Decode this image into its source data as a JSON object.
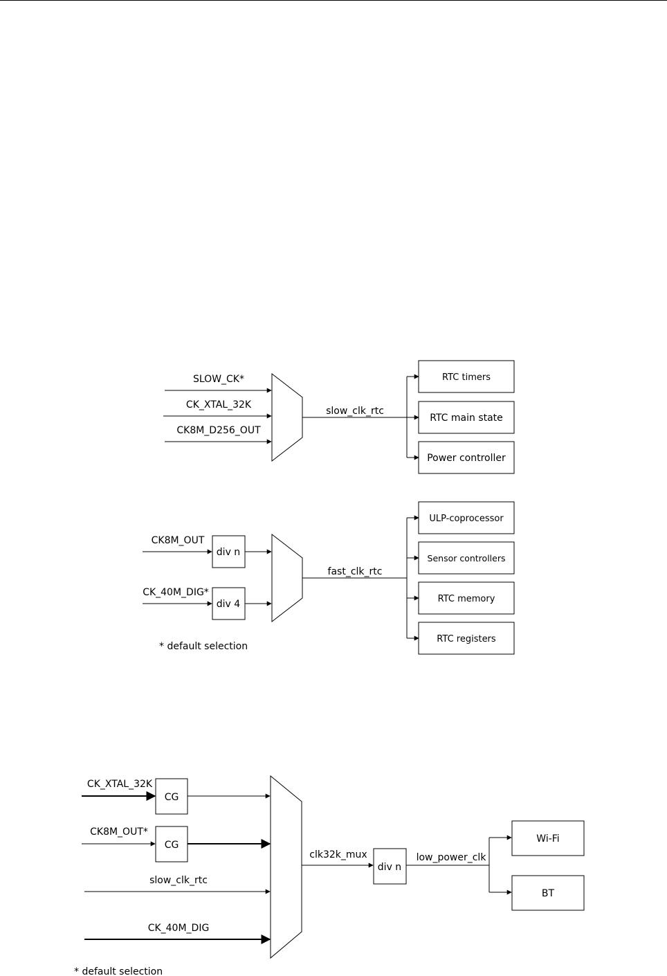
{
  "diagram1": {
    "inputs": [
      "SLOW_CK*",
      "CK_XTAL_32K",
      "CK8M_D256_OUT"
    ],
    "output_signal": "slow_clk_rtc",
    "targets": [
      "RTC timers",
      "RTC main state",
      "Power controller"
    ]
  },
  "diagram2": {
    "inputs": [
      "CK8M_OUT",
      "CK_40M_DIG*"
    ],
    "dividers": [
      "div n",
      "div 4"
    ],
    "output_signal": "fast_clk_rtc",
    "targets": [
      "ULP-coprocessor",
      "Sensor controllers",
      "RTC memory",
      "RTC registers"
    ],
    "note": "* default selection"
  },
  "diagram3": {
    "inputs": [
      "CK_XTAL_32K",
      "CK8M_OUT*",
      "slow_clk_rtc",
      "CK_40M_DIG"
    ],
    "gates": [
      "CG",
      "CG"
    ],
    "mux_output": "clk32k_mux",
    "divider": "div n",
    "output_signal": "low_power_clk",
    "targets": [
      "Wi-Fi",
      "BT"
    ],
    "note": "* default selection"
  }
}
